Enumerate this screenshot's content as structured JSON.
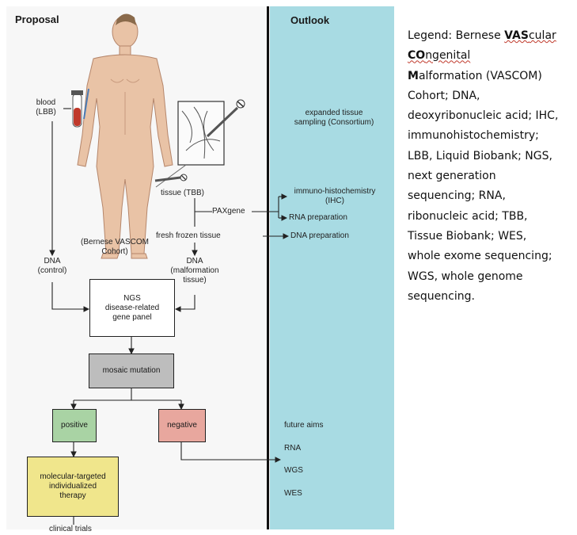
{
  "sections": {
    "proposal": "Proposal",
    "outlook": "Outlook"
  },
  "labels": {
    "blood": [
      "blood",
      "(LBB)"
    ],
    "tissue": "tissue (TBB)",
    "paxgene": "PAXgene",
    "fresh_frozen": "fresh frozen tissue",
    "cohort": [
      "(Bernese VASCOM",
      "Cohort)"
    ],
    "dna_control": [
      "DNA",
      "(control)"
    ],
    "dna_malformation": [
      "DNA",
      "(malformation",
      "tissue)"
    ],
    "ngs_box": [
      "NGS",
      "disease-related",
      "gene panel"
    ],
    "mosaic_box": "mosaic mutation",
    "positive_box": "positive",
    "negative_box": "negative",
    "therapy_box": [
      "molecular-targeted",
      "individualized",
      "therapy"
    ],
    "clinical_trials": "clinical trials"
  },
  "outlook": {
    "expanded": [
      "expanded tissue",
      "sampling (Consortium)"
    ],
    "ihc": [
      "immuno-histochemistry",
      "(IHC)"
    ],
    "rna_prep": "RNA preparation",
    "dna_prep": "DNA preparation",
    "future_aims": "future aims",
    "rna": "RNA",
    "wgs": "WGS",
    "wes": "WES"
  },
  "legend": {
    "part1": "Legend: Bernese ",
    "vas_bold": "VAS",
    "vas_rest": "cular ",
    "co_bold": "CO",
    "co_rest": "ngenital",
    "m_bold": "M",
    "m_rest": "alformation (VASCOM) Cohort; DNA, deoxyribonucleic acid; IHC, immunohistochemistry; LBB, Liquid Biobank; NGS, next generation sequencing; RNA, ribonucleic acid; TBB, Tissue Biobank; WES, whole exome sequencing; WGS, whole genome sequencing."
  },
  "colors": {
    "outlook_band": "#a8dbe3",
    "mosaic_fill": "#bdbdbd",
    "positive_fill": "#a9d3a4",
    "negative_fill": "#e8a79e",
    "therapy_fill": "#f0e68c",
    "blood_tube": "#c0392b",
    "skin": "#e9c3a6"
  },
  "icons": {
    "body": "human-figure-illustration",
    "syringe": "syringe-icon",
    "tube": "blood-tube-icon"
  }
}
